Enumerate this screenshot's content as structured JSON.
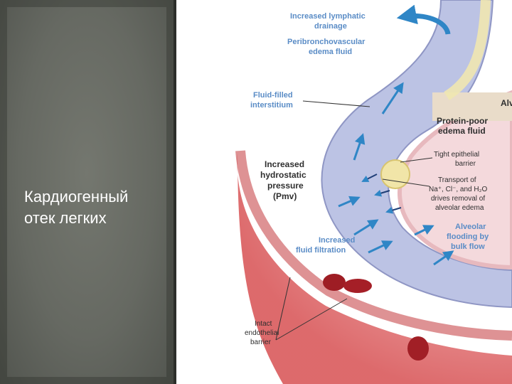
{
  "slide": {
    "title": "Кардиогенный\nотек легких"
  },
  "diagram": {
    "labels": {
      "lymphatic_1": "Increased lymphatic",
      "lymphatic_2": "drainage",
      "peribronch_1": "Peribronchovascular",
      "peribronch_2": "edema fluid",
      "interstitium_1": "Fluid-filled",
      "interstitium_2": "interstitium",
      "alveolus_cut": "Alv",
      "protein_1": "Protein-poor",
      "protein_2": "edema fluid",
      "tight_1": "Tight epithelial",
      "tight_2": "barrier",
      "transport_1": "Transport of",
      "transport_2": "Na⁺, Cl⁻, and H₂O",
      "transport_3": "drives removal of",
      "transport_4": "alveolar edema",
      "hydro_1": "Increased",
      "hydro_2": "hydrostatic",
      "hydro_3": "pressure",
      "hydro_4": "(Pmv)",
      "flooding_1": "Alveolar",
      "flooding_2": "flooding by",
      "flooding_3": "bulk flow",
      "filtration_1": "Increased",
      "filtration_2": "fluid filtration",
      "endothelial_1": "Intact",
      "endothelial_2": "endothelial",
      "endothelial_3": "barrier"
    },
    "colors": {
      "interstitium": "#bcc3e4",
      "vessel": "#e88e8f",
      "alveolus": "#f4d9dc",
      "label_blue": "#5a8cc6",
      "arrow_blue": "#2f86c6"
    }
  }
}
